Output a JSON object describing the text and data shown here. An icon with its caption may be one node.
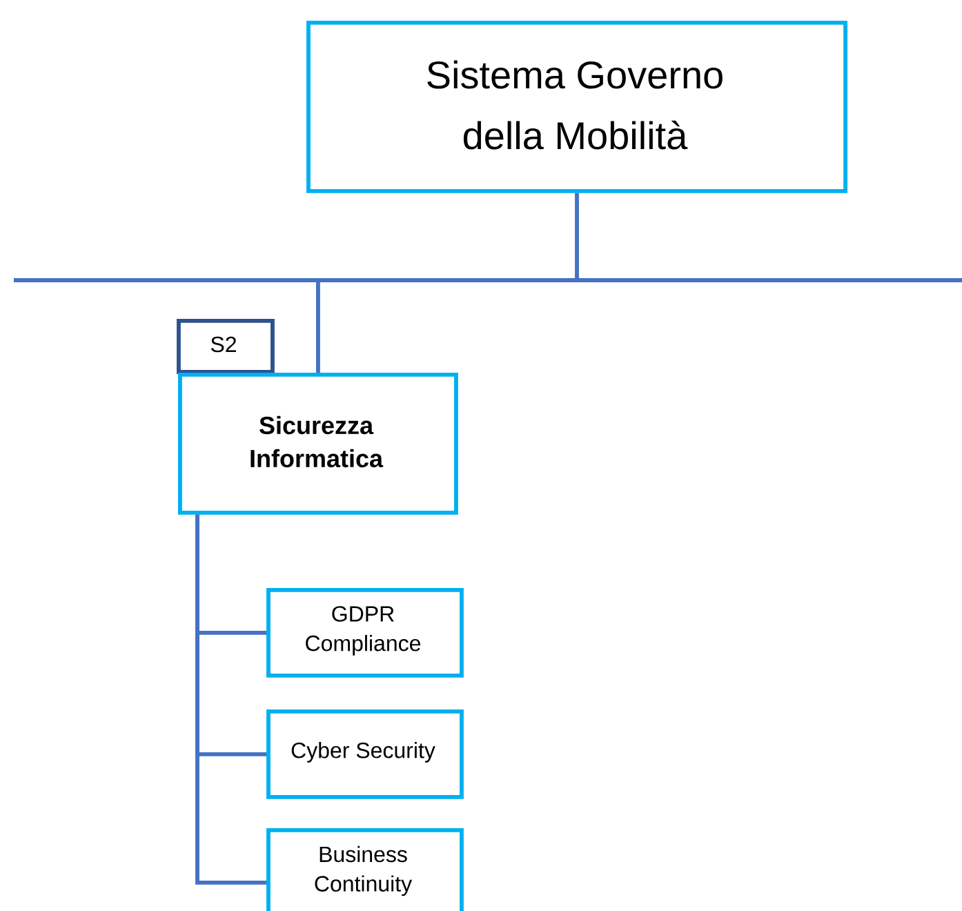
{
  "diagram": {
    "nodes": [
      {
        "text": [
          "Sistema Governo della Mobilità"
        ]
      },
      {
        "text": [
          "S2"
        ]
      },
      {
        "text": [
          "Sicurezza Informatica"
        ]
      },
      {
        "text": [
          "GDPR Compliance"
        ]
      },
      {
        "text": [
          "Cyber Security"
        ]
      },
      {
        "text": [
          "Business Continuity"
        ]
      }
    ],
    "edges": [
      {
        "from": 0,
        "to": 2,
        "arrow": "none"
      },
      {
        "from": 2,
        "to": 3,
        "arrow": "none"
      },
      {
        "from": 2,
        "to": 4,
        "arrow": "none"
      },
      {
        "from": 2,
        "to": 5,
        "arrow": "none"
      }
    ]
  }
}
